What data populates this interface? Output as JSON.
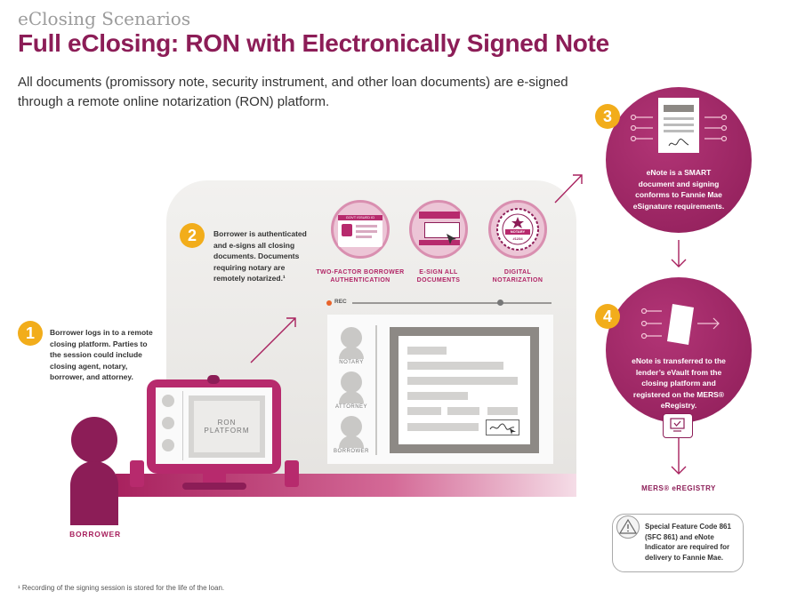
{
  "header": {
    "eyebrow": "eClosing Scenarios",
    "title": "Full eClosing: RON with Electronically Signed Note",
    "intro": "All documents (promissory note, security instrument, and other loan documents) are e-signed through a remote online notarization (RON) platform."
  },
  "steps": [
    {
      "number": "1",
      "text": "Borrower logs in to a remote closing platform. Parties to the session could include closing agent, notary, borrower, and attorney."
    },
    {
      "number": "2",
      "text": "Borrower is authenticated and e-signs all closing documents. Documents requiring notary are remotely notarized.¹"
    },
    {
      "number": "3",
      "text": "eNote is a SMART document and signing conforms to Fannie Mae eSignature requirements."
    },
    {
      "number": "4",
      "text": "eNote is transferred to the lender’s eVault from the closing platform and registered on the MERS® eRegistry."
    }
  ],
  "icons": [
    {
      "label": "TWO-FACTOR BORROWER AUTHENTICATION",
      "card_text": "GOVT ISSUED ID"
    },
    {
      "label": "E-SIGN ALL DOCUMENTS"
    },
    {
      "label": "DIGITAL NOTARIZATION",
      "seal_top": "NOTARY",
      "seal_num": "#1234"
    }
  ],
  "recorder": {
    "label": "REC"
  },
  "participants": [
    "NOTARY",
    "ATTORNEY",
    "BORROWER"
  ],
  "monitor": {
    "screen_text": "RON PLATFORM"
  },
  "borrower_label": "BORROWER",
  "registry_label": "MERS® eREGISTRY",
  "notice": "Special Feature Code 861 (SFC 861) and eNote Indicator are required for delivery to Fannie Mae.",
  "footnote": "¹ Recording of the signing session is stored for the life of the loan.",
  "colors": {
    "brand": "#8c1d57",
    "accent": "#f2ad1b",
    "magenta": "#b72a6d"
  }
}
